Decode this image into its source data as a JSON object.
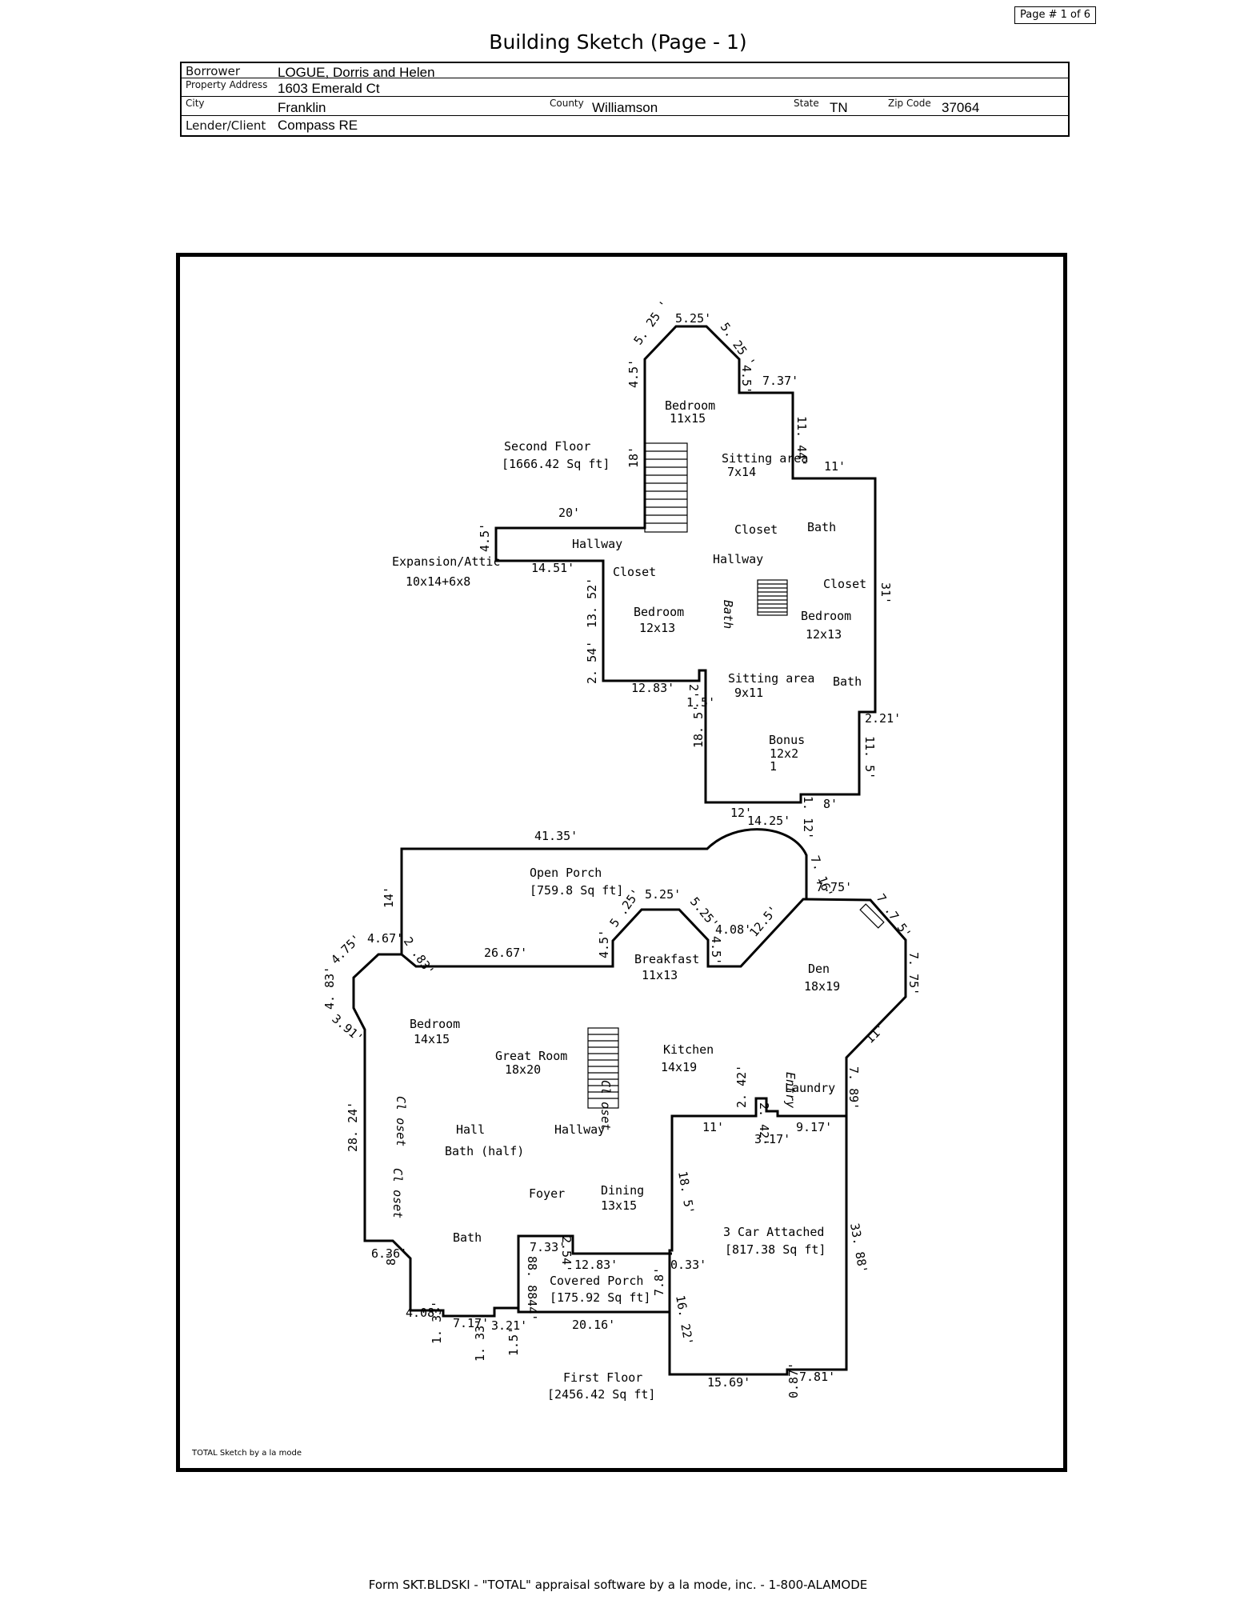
{
  "header": {
    "page_number": "Page # 1 of 6",
    "title": "Building Sketch (Page - 1)"
  },
  "info": {
    "borrower_label": "Borrower",
    "borrower": "LOGUE, Dorris and Helen",
    "address_label": "Property Address",
    "address": "1603 Emerald Ct",
    "city_label": "City",
    "city": "Franklin",
    "county_label": "County",
    "county": "Williamson",
    "state_label": "State",
    "state": "TN",
    "zip_label": "Zip Code",
    "zip": "37064",
    "lender_label": "Lender/Client",
    "lender": "Compass RE"
  },
  "second_floor": {
    "title": "Second Floor",
    "area": "[1666.42 Sq ft]",
    "expansion": "Expansion/Attic",
    "expansion_size": "10x14+6x8",
    "rooms": {
      "bedroom_a": "Bedroom",
      "bedroom_a_size": "11x15",
      "sitting_a": "Sitting area",
      "sitting_a_size": "7x14",
      "closet_a": "Closet",
      "bath_a": "Bath",
      "hallway_a": "Hallway",
      "hallway_b": "Hallway",
      "closet_b": "Closet",
      "closet_c": "Closet",
      "bedroom_b": "Bedroom",
      "bedroom_b_size": "12x13",
      "bath_b": "Bath",
      "bedroom_c": "Bedroom",
      "bedroom_c_size": "12x13",
      "sitting_b": "Sitting area",
      "sitting_b_size": "9x11",
      "bath_c": "Bath",
      "bonus": "Bonus",
      "bonus_size_1": "12x2",
      "bonus_size_2": "1"
    },
    "dims": {
      "d1": "5.25'",
      "d2": "5. 25 '",
      "d3": "5. 25 '",
      "d4": "4.5'",
      "d5": "4.5'",
      "d6": "7.37'",
      "d7": "11. 44'",
      "d8": "11'",
      "d9": "18'",
      "d10": "20'",
      "d11": "4.5'",
      "d12": "14.51'",
      "d13": "13. 52'",
      "d14": "2. 54'",
      "d15": "12.83'",
      "d16": "2'",
      "d17": "1.5'",
      "d18": "18. 5'",
      "d19": "31'",
      "d20": "2.21'",
      "d21": "11. 5'",
      "d22": "8'",
      "d23": "1. 12'",
      "d24": "12'"
    }
  },
  "first_floor": {
    "title": "First Floor",
    "area": "[2456.42 Sq ft]",
    "porch": "Open Porch",
    "porch_area": "[759.8 Sq ft]",
    "covered_porch": "Covered Porch",
    "covered_porch_area": "[175.92 Sq ft]",
    "garage": "3 Car Attached",
    "garage_area": "[817.38 Sq ft]",
    "rooms": {
      "breakfast": "Breakfast",
      "breakfast_size": "11x13",
      "den": "Den",
      "den_size": "18x19",
      "bedroom": "Bedroom",
      "bedroom_size": "14x15",
      "great": "Great Room",
      "great_size": "18x20",
      "kitchen": "Kitchen",
      "kitchen_size": "14x19",
      "laundry": "Laundry",
      "entry": "Entry",
      "closet_a": "Cl oset",
      "closet_b": "Cl oset",
      "closet_c": "Cl oset",
      "hall": "Hall",
      "bath_half": "Bath (half)",
      "hallway": "Hallway",
      "foyer": "Foyer",
      "dining": "Dining",
      "dining_size": "13x15",
      "bath": "Bath"
    },
    "dims": {
      "e1": "41.35'",
      "e2": "14.25'",
      "e3": "14'",
      "e4": "7. 16'",
      "e5": "7.75'",
      "e6": "5.25'",
      "e7": "5 .25'",
      "e8": "5.25'",
      "e9": "4.08'",
      "e10": "12.5'",
      "e11": "4.5'",
      "e12": "4.5'",
      "e13": "26.67'",
      "e14": "4.67'",
      "e15": "2 .83'",
      "e16": "4.75'",
      "e17": "4. 83'",
      "e18": "3.91'",
      "e19": "28. 24'",
      "e20": "7 .7 5'",
      "e21": "7. 75'",
      "e22": "11'",
      "e23": "7. 89'",
      "e24": "2. 42'",
      "e25": "2. 42'",
      "e26": "11'",
      "e27": "3.17'",
      "e28": "9.17'",
      "e29": "18. 5'",
      "e30": "33. 88'",
      "e31": "6.36'",
      "e32": "8'",
      "e33": "7.33'",
      "e34": "2.54'",
      "e35": "12.83'",
      "e36": "0.33'",
      "e37": "88. 8844'",
      "e38": "7.8'",
      "e39": "4.08'",
      "e40": "1. 33'",
      "e41": "7.17'",
      "e42": "3.21'",
      "e43": "1. 33'",
      "e44": "1.5'",
      "e45": "20.16'",
      "e46": "16. 22'",
      "e47": "15.69'",
      "e48": "0.87'",
      "e49": "7.81'"
    }
  },
  "credit": "TOTAL Sketch by a la mode",
  "footer": "Form SKT.BLDSKI - \"TOTAL\" appraisal software by a la mode, inc. - 1-800-ALAMODE"
}
